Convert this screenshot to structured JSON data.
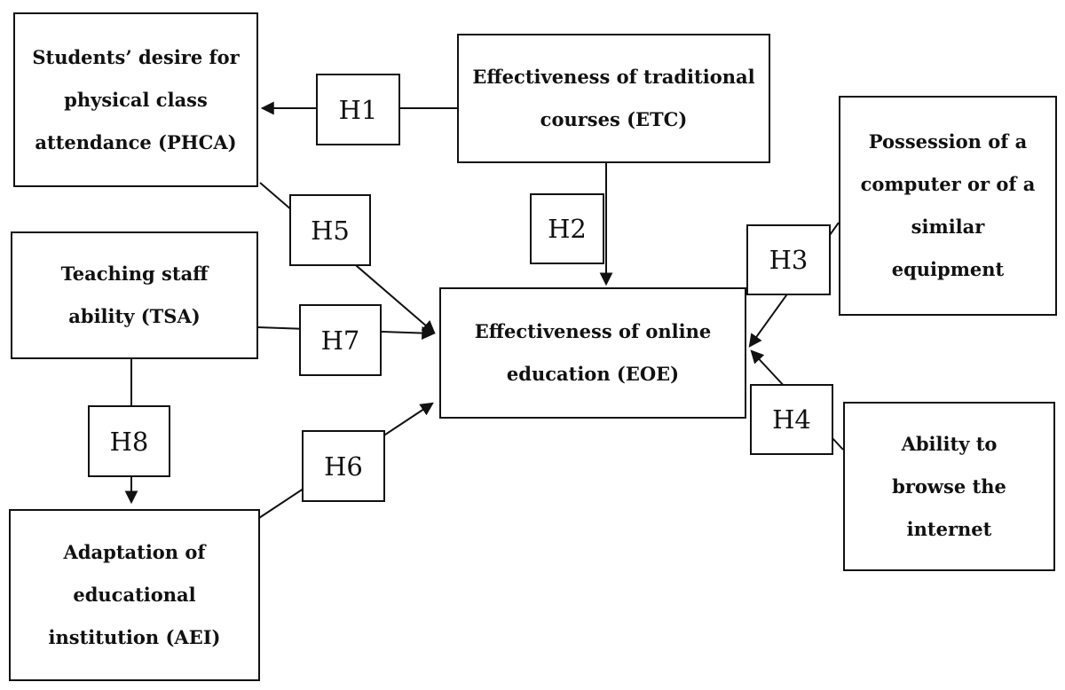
{
  "colors": {
    "ink": "#111111",
    "background": "#ffffff"
  },
  "constructs": {
    "phca": "Students’ desire for\nphysical class\nattendance (PHCA)",
    "etc": "Effectiveness of traditional\ncourses (ETC)",
    "possession": "Possession of a\ncomputer or of a\nsimilar\nequipment",
    "tsa": "Teaching staff\nability (TSA)",
    "eoe": "Effectiveness of online\neducation (EOE)",
    "ability": "Ability to\nbrowse the\ninternet",
    "aei": "Adaptation of\neducational\ninstitution (AEI)"
  },
  "hypotheses": {
    "h1": "H1",
    "h2": "H2",
    "h3": "H3",
    "h4": "H4",
    "h5": "H5",
    "h6": "H6",
    "h7": "H7",
    "h8": "H8"
  },
  "relationships": [
    {
      "label": "H1",
      "from": "Effectiveness of traditional courses (ETC)",
      "to": "Students’ desire for physical class attendance (PHCA)"
    },
    {
      "label": "H2",
      "from": "Effectiveness of traditional courses (ETC)",
      "to": "Effectiveness of online education (EOE)"
    },
    {
      "label": "H3",
      "from": "Possession of a computer or of a similar equipment",
      "to": "Effectiveness of online education (EOE)"
    },
    {
      "label": "H4",
      "from": "Ability to browse the internet",
      "to": "Effectiveness of online education (EOE)"
    },
    {
      "label": "H5",
      "from": "Students’ desire for physical class attendance (PHCA)",
      "to": "Effectiveness of online education (EOE)"
    },
    {
      "label": "H6",
      "from": "Adaptation of educational institution (AEI)",
      "to": "Effectiveness of online education (EOE)"
    },
    {
      "label": "H7",
      "from": "Teaching staff ability (TSA)",
      "to": "Effectiveness of online education (EOE)"
    },
    {
      "label": "H8",
      "from": "Teaching staff ability (TSA)",
      "to": "Adaptation of educational institution (AEI)"
    }
  ]
}
